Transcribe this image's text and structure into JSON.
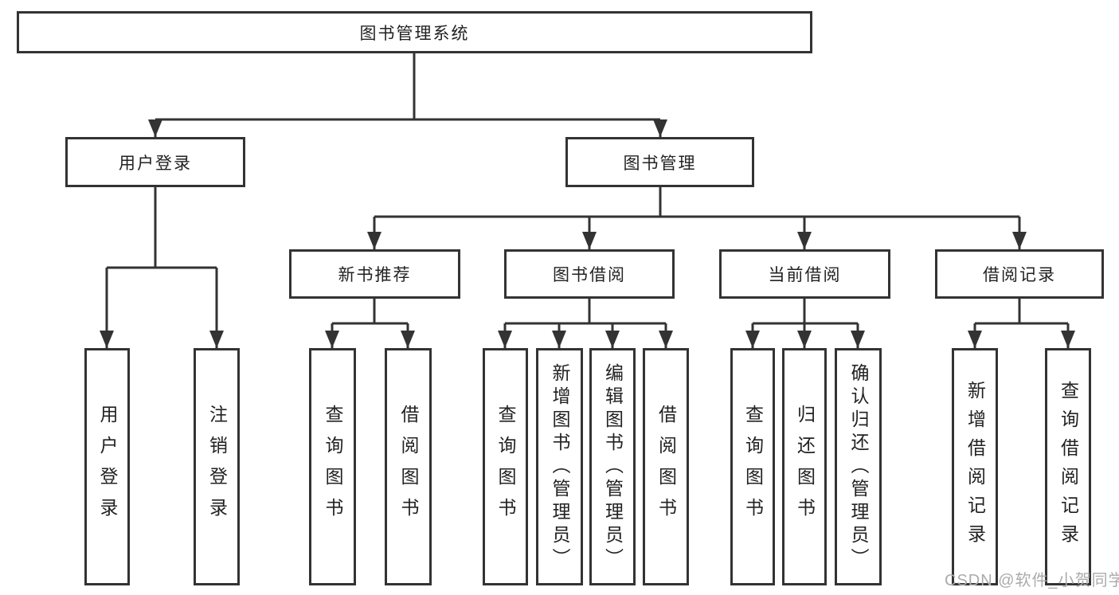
{
  "tree": {
    "label": "图书管理系统",
    "children": [
      {
        "label": "用户登录",
        "children": [
          {
            "label": "用户登录"
          },
          {
            "label": "注销登录"
          }
        ]
      },
      {
        "label": "图书管理",
        "children": [
          {
            "label": "新书推荐",
            "children": [
              {
                "label": "查询图书"
              },
              {
                "label": "借阅图书"
              }
            ]
          },
          {
            "label": "图书借阅",
            "children": [
              {
                "label": "查询图书"
              },
              {
                "label": "新增图书（管理员）"
              },
              {
                "label": "编辑图书（管理员）"
              },
              {
                "label": "借阅图书"
              }
            ]
          },
          {
            "label": "当前借阅",
            "children": [
              {
                "label": "查询图书"
              },
              {
                "label": "归还图书"
              },
              {
                "label": "确认归还（管理员）"
              }
            ]
          },
          {
            "label": "借阅记录",
            "children": [
              {
                "label": "新增借阅记录"
              },
              {
                "label": "查询借阅记录"
              }
            ]
          }
        ]
      }
    ]
  },
  "watermark": {
    "text": "CSDN @软件_小贺同学"
  },
  "colors": {
    "line": "#333333",
    "text": "#222222",
    "background": "#ffffff",
    "watermark": "#ababab"
  }
}
